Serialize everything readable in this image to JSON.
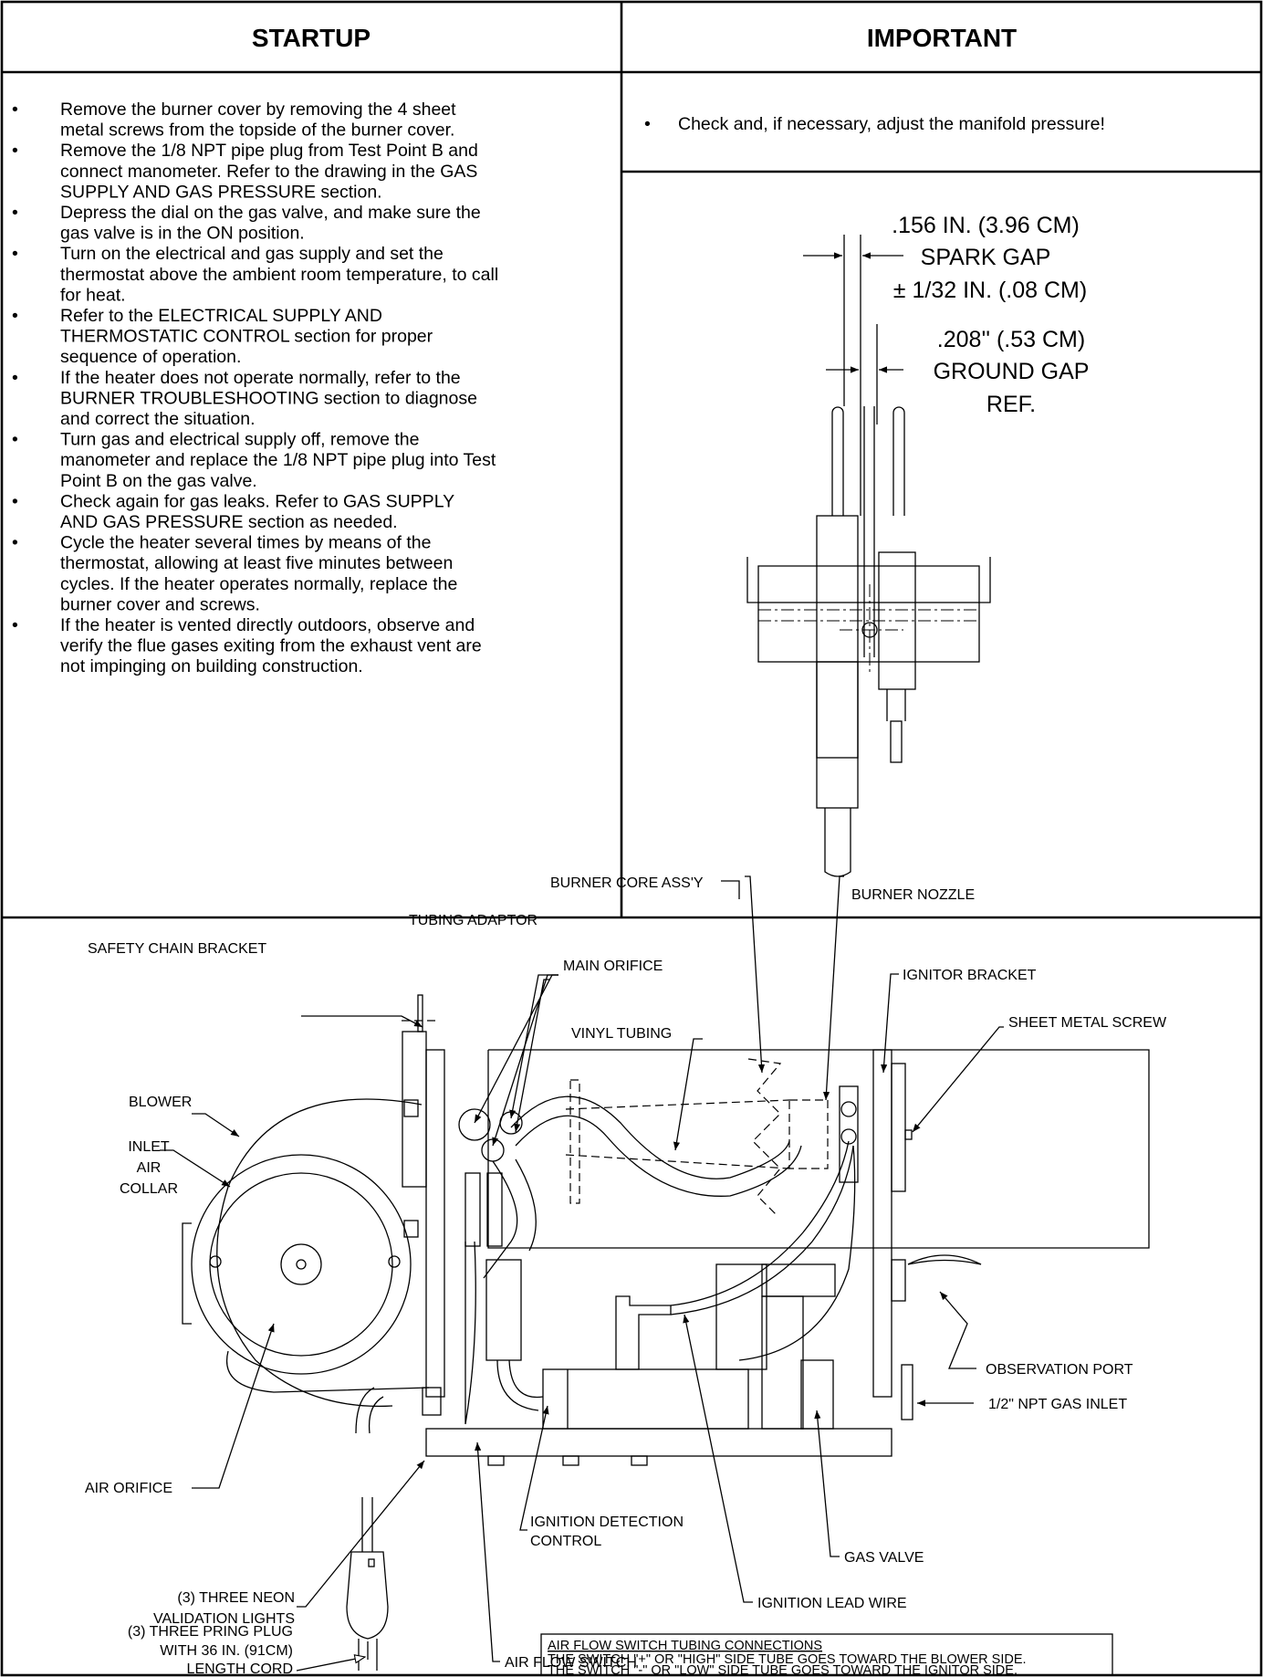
{
  "headers": {
    "left": "STARTUP",
    "right": "IMPORTANT"
  },
  "startup_lines": [
    [
      "Remove the burner cover by removing the 4 sheet",
      "metal screws from the topside of the burner cover."
    ],
    [
      "Remove the 1/8 NPT pipe plug from Test Point B and",
      "connect manometer.  Refer to the drawing in the GAS",
      "SUPPLY AND GAS PRESSURE section."
    ],
    [
      "Depress the dial on the gas valve, and make sure the",
      "gas valve is in the ON position."
    ],
    [
      "Turn on the electrical and gas supply and set the",
      "thermostat above the ambient room temperature, to call",
      "for heat."
    ],
    [
      "Refer    to    the    ELECTRICAL    SUPPLY    AND",
      "THERMOSTATIC   CONTROL   section   for   proper",
      "sequence of operation."
    ],
    [
      "If the heater does not operate normally, refer to the",
      "BURNER TROUBLESHOOTING section to diagnose",
      "and correct the situation."
    ],
    [
      "Turn  gas  and  electrical  supply  off,  remove  the",
      "manometer and replace the 1/8 NPT pipe plug into Test",
      "Point B on the gas valve."
    ],
    [
      "Check again for gas leaks.  Refer to GAS SUPPLY",
      "AND GAS PRESSURE section as needed."
    ],
    [
      "Cycle  the  heater  several  times  by  means  of  the",
      "thermostat, allowing at least five minutes between",
      "cycles.  If the heater operates normally, replace the",
      "burner cover and screws."
    ],
    [
      "If the heater is vented directly outdoors, observe and",
      "verify the flue gases exiting from the exhaust vent are",
      "not impinging on building construction."
    ]
  ],
  "important_text": "Check and, if necessary, adjust the manifold pressure!",
  "gap_labels": {
    "spark_1": ".156 IN. (3.96 CM)",
    "spark_2": "SPARK GAP",
    "spark_3": "± 1/32 IN. (.08 CM)",
    "ground_1": ".208'' (.53 CM)",
    "ground_2": "GROUND GAP",
    "ground_3": "REF."
  },
  "callouts": {
    "burner_core": "BURNER CORE ASS'Y",
    "burner_nozzle": "BURNER NOZZLE",
    "tubing_adaptor": "TUBING ADAPTOR",
    "safety_chain": "SAFETY CHAIN BRACKET",
    "main_orifice": "MAIN ORIFICE",
    "ignitor_bracket": "IGNITOR BRACKET",
    "sheet_metal_screw": "SHEET METAL SCREW",
    "vinyl_tubing": "VINYL TUBING",
    "blower": "BLOWER",
    "inlet": "INLET",
    "air": "AIR",
    "collar": "COLLAR",
    "observation_port": "OBSERVATION PORT",
    "gas_inlet": "1/2\" NPT GAS INLET",
    "air_orifice": "AIR ORIFICE",
    "ignition_detection": "IGNITION DETECTION",
    "control": "CONTROL",
    "gas_valve": "GAS VALVE",
    "neon_1": "(3) THREE  NEON",
    "neon_2": "VALIDATION LIGHTS",
    "ignition_lead": "IGNITION LEAD WIRE",
    "air_flow_switch": "AIR FLOW SWITCH",
    "plug_1": "(3) THREE PRING PLUG",
    "plug_2": "WITH 36 IN. (91CM)",
    "plug_3": "LENGTH CORD"
  },
  "note_box": {
    "title": "AIR FLOW SWITCH TUBING CONNECTIONS",
    "line1": "THE SWITCH \"+\" OR \"HIGH\" SIDE TUBE GOES TOWARD THE BLOWER SIDE.",
    "line2": "THE SWITCH \"-\" OR \"LOW\" SIDE TUBE GOES TOWARD THE IGNITOR SIDE."
  }
}
